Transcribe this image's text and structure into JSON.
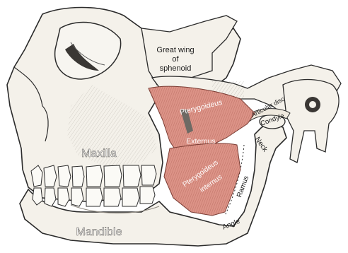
{
  "figure": {
    "labels": {
      "great_wing_line1": "Great wing",
      "great_wing_line2": "of",
      "great_wing_line3": "sphenoid",
      "pterygoideus_externus_1": "Pterygoideus",
      "pterygoideus_externus_2": "Externus",
      "pterygoideus_internus_1": "Pterygoideus",
      "pterygoideus_internus_2": "internus",
      "articular_disc": "Articular disc",
      "condyle": "Condyle",
      "neck": "Neck",
      "ramus": "Ramus",
      "angle": "Angle",
      "maxilla": "Maxilla",
      "mandible": "Mandible"
    },
    "colors": {
      "bone": "#f4f1ea",
      "bone_shade": "#cfcac0",
      "outline": "#2b2b2b",
      "muscle": "#d98c80",
      "muscle_dark": "#b9675d",
      "shadow": "#6e6a64"
    }
  }
}
